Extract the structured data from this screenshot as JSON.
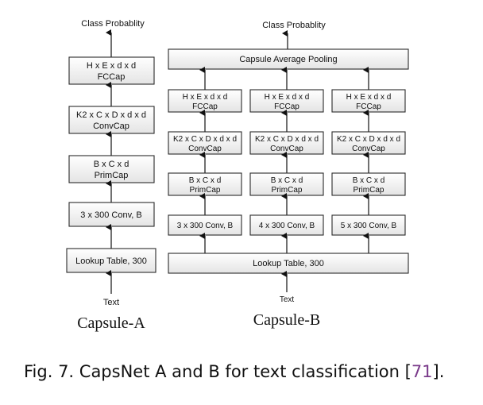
{
  "capsule_a": {
    "title": "Capsule-A",
    "input": "Text",
    "output": "Class Probablity",
    "layers": {
      "lookup": "Lookup Table, 300",
      "conv": "3 x 300 Conv, B",
      "primcap": [
        "B x C x d",
        "PrimCap"
      ],
      "convcap": [
        "K2 x C x D x d x d",
        "ConvCap"
      ],
      "fccap": [
        "H x E x d x d",
        "FCCap"
      ]
    }
  },
  "capsule_b": {
    "title": "Capsule-B",
    "input": "Text",
    "output": "Class Probablity",
    "lookup": "Lookup Table, 300",
    "pooling": "Capsule Average Pooling",
    "branches": [
      {
        "conv": "3 x 300 Conv, B",
        "primcap": [
          "B x C x d",
          "PrimCap"
        ],
        "convcap": [
          "K2 x C x D x d x d",
          "ConvCap"
        ],
        "fccap": [
          "H x E x d x d",
          "FCCap"
        ]
      },
      {
        "conv": "4 x 300 Conv, B",
        "primcap": [
          "B x C x d",
          "PrimCap"
        ],
        "convcap": [
          "K2 x C x D x d x d",
          "ConvCap"
        ],
        "fccap": [
          "H x E x d x d",
          "FCCap"
        ]
      },
      {
        "conv": "5 x 300 Conv, B",
        "primcap": [
          "B x C x d",
          "PrimCap"
        ],
        "convcap": [
          "K2 x C x D x d x d",
          "ConvCap"
        ],
        "fccap": [
          "H x E x d x d",
          "FCCap"
        ]
      }
    ]
  },
  "caption": {
    "prefix": "Fig. 7.  CapsNet A and B for text classification [",
    "ref": "71",
    "suffix": "]."
  }
}
